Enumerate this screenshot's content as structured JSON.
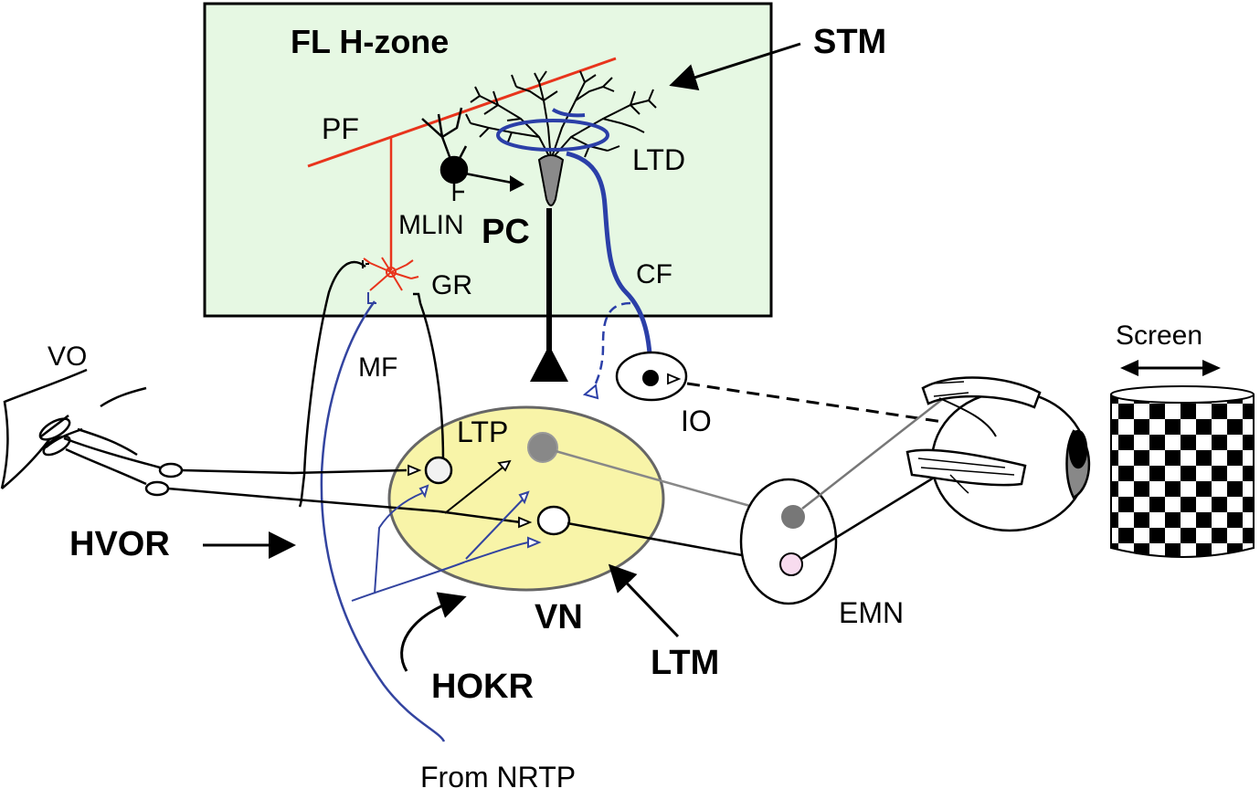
{
  "labels": {
    "fl_hzone": "FL H-zone",
    "stm": "STM",
    "pf": "PF",
    "ltd": "LTD",
    "mlin": "MLIN",
    "pc": "PC",
    "gr": "GR",
    "cf": "CF",
    "mf": "MF",
    "vo": "VO",
    "io": "IO",
    "ltp": "LTP",
    "hvor": "HVOR",
    "vn": "VN",
    "ltm": "LTM",
    "hokr": "HOKR",
    "from_nrtp": "From NRTP",
    "emn": "EMN",
    "screen": "Screen"
  },
  "colors": {
    "flocculus_bg": "#e6f8e3",
    "vn_bg": "#f8f4a8",
    "parallel_fiber": "#e8341c",
    "climbing_fiber": "#2b3fa8",
    "mossy_fiber_blue": "#3344a0",
    "purkinje_soma": "#8a8a8a",
    "emn_lower_cell": "#f8dcef"
  }
}
